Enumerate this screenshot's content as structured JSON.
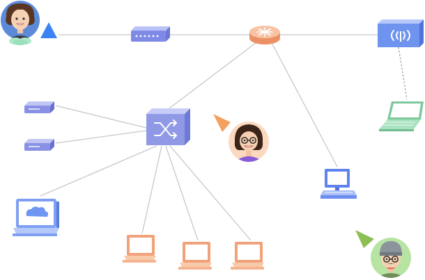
{
  "diagram": {
    "title": "",
    "colors": {
      "link": "#c3c7cf",
      "wireless_link": "#9aa0aa",
      "switch": "#8f99e6",
      "switch_top": "#b9c1f3",
      "router": "#f0a27a",
      "router_top": "#f7c5a8",
      "access_point": "#6f94f0",
      "modem": "#8891e3",
      "desktop_blue": "#6d8df0",
      "desktop_orange": "#f5b48f",
      "laptop_green": "#8ed6ab",
      "laptop_blue": "#7fa0f2",
      "cursor_blue": "#3b82f6",
      "cursor_orange": "#f4a15d",
      "cursor_green": "#8dbf55"
    },
    "nodes": [
      {
        "id": "user-1",
        "kind": "avatar",
        "icon": "person-avatar-icon",
        "variant": "woman-curly"
      },
      {
        "id": "modem-top",
        "kind": "modem",
        "icon": "modem-icon"
      },
      {
        "id": "router",
        "kind": "router",
        "icon": "router-icon"
      },
      {
        "id": "access-point",
        "kind": "access-point",
        "icon": "wireless-access-point-icon"
      },
      {
        "id": "modem-left-1",
        "kind": "modem",
        "icon": "modem-icon"
      },
      {
        "id": "modem-left-2",
        "kind": "modem",
        "icon": "modem-icon"
      },
      {
        "id": "switch",
        "kind": "switch",
        "icon": "network-switch-icon"
      },
      {
        "id": "user-2",
        "kind": "avatar",
        "icon": "person-avatar-icon",
        "variant": "woman-glasses"
      },
      {
        "id": "laptop-right",
        "kind": "laptop",
        "icon": "laptop-icon",
        "color": "green"
      },
      {
        "id": "desktop-right",
        "kind": "desktop",
        "icon": "desktop-computer-icon",
        "color": "blue"
      },
      {
        "id": "laptop-cloud",
        "kind": "laptop",
        "icon": "cloud-laptop-icon",
        "color": "blue"
      },
      {
        "id": "desktop-1",
        "kind": "desktop",
        "icon": "desktop-computer-icon",
        "color": "orange"
      },
      {
        "id": "desktop-2",
        "kind": "desktop",
        "icon": "desktop-computer-icon",
        "color": "orange"
      },
      {
        "id": "desktop-3",
        "kind": "desktop",
        "icon": "desktop-computer-icon",
        "color": "orange"
      },
      {
        "id": "user-3",
        "kind": "avatar",
        "icon": "person-avatar-icon",
        "variant": "man-beanie"
      }
    ],
    "links": [
      {
        "from": "user-1",
        "to": "modem-top",
        "style": "solid"
      },
      {
        "from": "modem-top",
        "to": "router",
        "style": "solid"
      },
      {
        "from": "router",
        "to": "access-point",
        "style": "solid"
      },
      {
        "from": "access-point",
        "to": "laptop-right",
        "style": "dashed"
      },
      {
        "from": "router",
        "to": "switch",
        "style": "solid"
      },
      {
        "from": "router",
        "to": "desktop-right",
        "style": "solid"
      },
      {
        "from": "modem-left-1",
        "to": "switch",
        "style": "solid"
      },
      {
        "from": "modem-left-2",
        "to": "switch",
        "style": "solid"
      },
      {
        "from": "switch",
        "to": "laptop-cloud",
        "style": "solid"
      },
      {
        "from": "switch",
        "to": "desktop-1",
        "style": "solid"
      },
      {
        "from": "switch",
        "to": "desktop-2",
        "style": "solid"
      },
      {
        "from": "switch",
        "to": "desktop-3",
        "style": "solid"
      }
    ],
    "cursors": [
      {
        "id": "cursor-user-1",
        "icon": "cursor-arrow-icon",
        "color": "blue"
      },
      {
        "id": "cursor-user-2",
        "icon": "cursor-arrow-icon",
        "color": "orange"
      },
      {
        "id": "cursor-user-3",
        "icon": "cursor-arrow-icon",
        "color": "green"
      }
    ]
  }
}
